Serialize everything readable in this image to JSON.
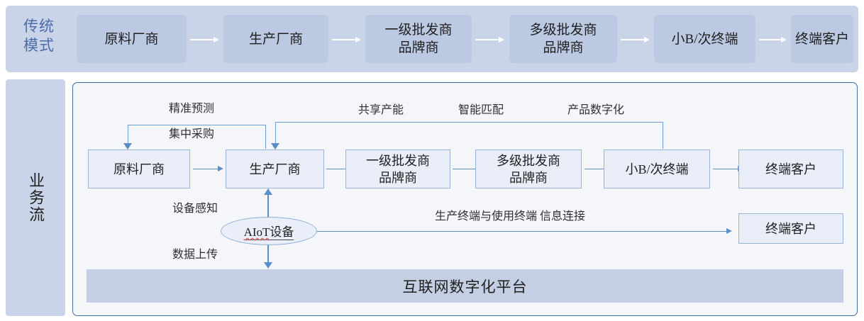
{
  "top_section": {
    "label": "传统\n模式",
    "label_line1": "传统",
    "label_line2": "模式",
    "band_color": "#c9d4e8",
    "box_color": "#bcc9e2",
    "arrow_color": "#ffffff",
    "nodes": [
      {
        "id": "raw-material-supplier",
        "text": "原料厂商",
        "lines": [
          "原料厂商"
        ]
      },
      {
        "id": "manufacturer",
        "text": "生产厂商",
        "lines": [
          "生产厂商"
        ]
      },
      {
        "id": "primary-wholesaler",
        "text": "一级批发商品牌商",
        "lines": [
          "一级批发商",
          "品牌商"
        ]
      },
      {
        "id": "multilevel-wholesaler",
        "text": "多级批发商品牌商",
        "lines": [
          "多级批发商",
          "品牌商"
        ]
      },
      {
        "id": "small-b-terminal",
        "text": "小B/次终端",
        "lines": [
          "小B/次终端"
        ]
      },
      {
        "id": "end-customer",
        "text": "终端客户",
        "lines": [
          "终端客户"
        ]
      }
    ]
  },
  "bottom_section": {
    "label": "业务流",
    "band_color": "#c9d4e8",
    "panel_border_color": "#3f6ea5",
    "panel_bg": "#f4f6fa",
    "node_color": "#e8edf7",
    "node_border": "#9ab4d6",
    "arrow_color": "#5b8fc9",
    "nodes": [
      {
        "id": "raw-material-supplier",
        "text": "原料厂商",
        "lines": [
          "原料厂商"
        ]
      },
      {
        "id": "manufacturer",
        "text": "生产厂商",
        "lines": [
          "生产厂商"
        ]
      },
      {
        "id": "primary-wholesaler",
        "text": "一级批发商品牌商",
        "lines": [
          "一级批发商",
          "品牌商"
        ]
      },
      {
        "id": "multilevel-wholesaler",
        "text": "多级批发商品牌商",
        "lines": [
          "多级批发商",
          "品牌商"
        ]
      },
      {
        "id": "small-b-terminal",
        "text": "小B/次终端",
        "lines": [
          "小B/次终端"
        ]
      },
      {
        "id": "end-customer",
        "text": "终端客户",
        "lines": [
          "终端客户"
        ]
      }
    ],
    "annotations": {
      "accurate_forecast": "精准预测",
      "centralized_purchasing": "集中采购",
      "shared_capacity": "共享产能",
      "smart_matching": "智能匹配",
      "product_digitization": "产品数字化",
      "device_sensing": "设备感知",
      "data_upload": "数据上传",
      "terminal_info_link": "生产终端与使用终端 信息连接"
    },
    "aiot_device": {
      "prefix": "AIoT",
      "suffix": "设备",
      "text": "AIoT设备"
    },
    "iot_end_customer": {
      "id": "end-customer-iot",
      "text": "终端客户"
    },
    "platform": {
      "text": "互联网数字化平台",
      "color": "#c4cfe3"
    }
  }
}
